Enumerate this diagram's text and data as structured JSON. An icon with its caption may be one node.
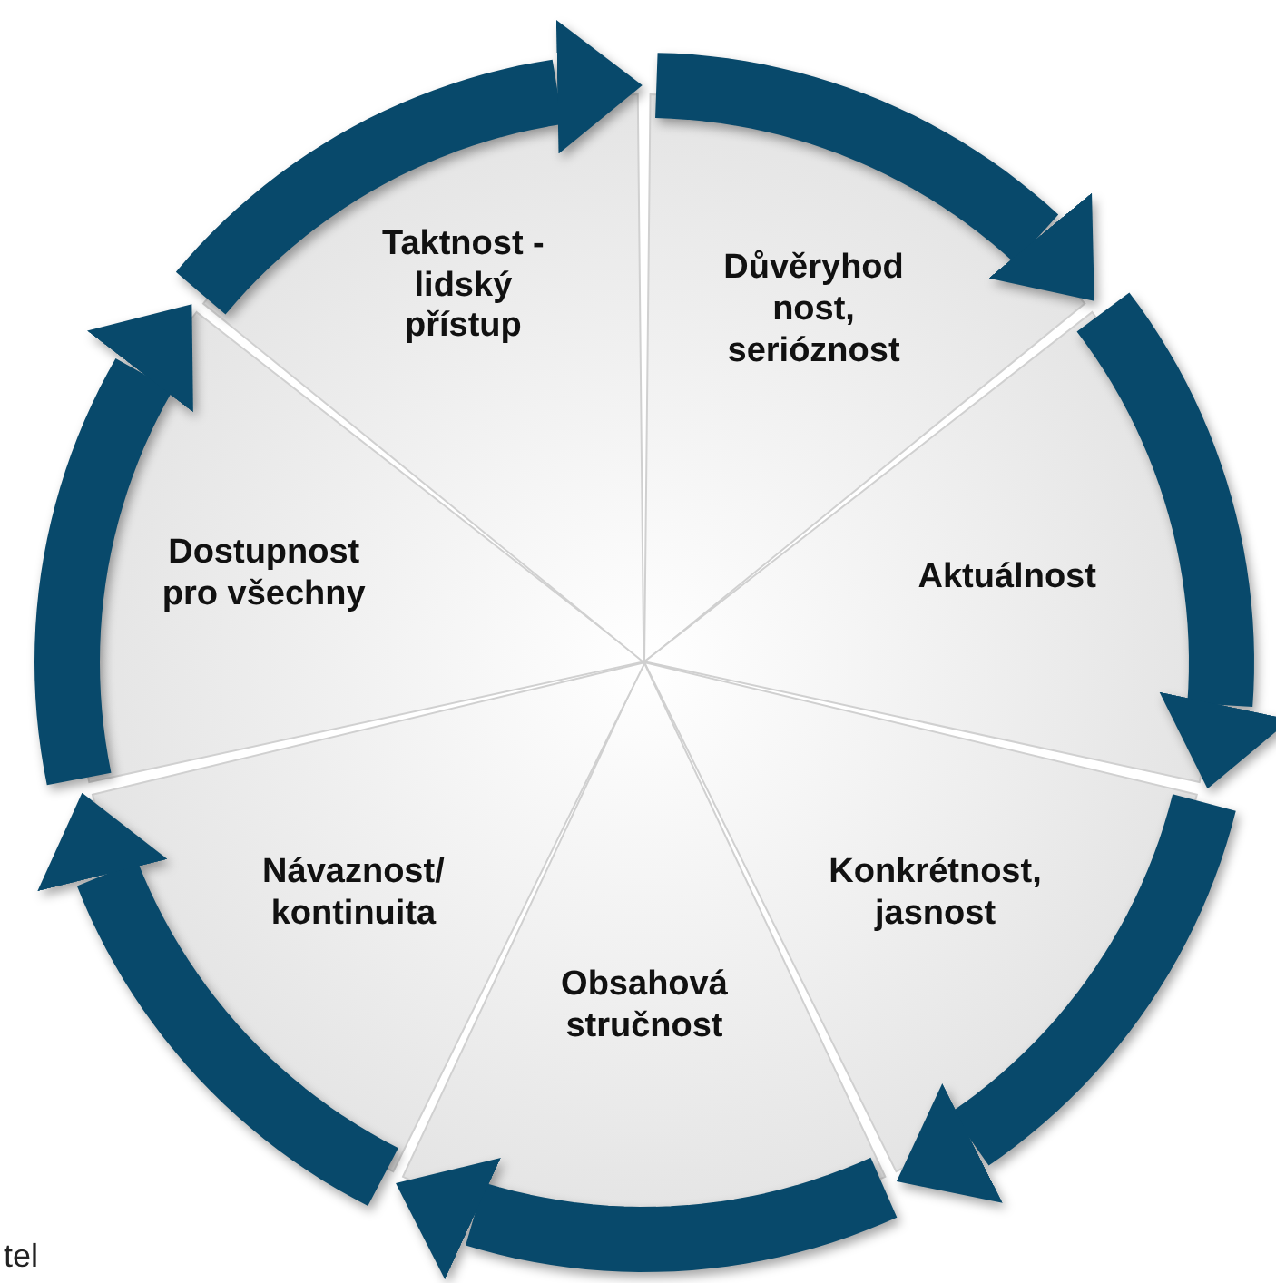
{
  "diagram": {
    "nodes": [
      {
        "text": [
          "Důvěryhod nost, serióznost"
        ]
      },
      {
        "text": [
          "Aktuálnost"
        ]
      },
      {
        "text": [
          "Konkrétnost, jasnost"
        ]
      },
      {
        "text": [
          "Obsahová stručnost"
        ]
      },
      {
        "text": [
          "Návaznost/ kontinuita"
        ]
      },
      {
        "text": [
          "Dostupnost pro všechny"
        ]
      },
      {
        "text": [
          "Taktnost - lidský přístup"
        ]
      }
    ],
    "edges": [
      {
        "from": 0,
        "to": 1,
        "arrow": "to"
      },
      {
        "from": 1,
        "to": 2,
        "arrow": "to"
      },
      {
        "from": 2,
        "to": 3,
        "arrow": "to"
      },
      {
        "from": 3,
        "to": 4,
        "arrow": "to"
      },
      {
        "from": 4,
        "to": 5,
        "arrow": "to"
      },
      {
        "from": 5,
        "to": 6,
        "arrow": "to"
      },
      {
        "from": 6,
        "to": 0,
        "arrow": "to"
      }
    ],
    "labels": [
      "tel"
    ]
  }
}
